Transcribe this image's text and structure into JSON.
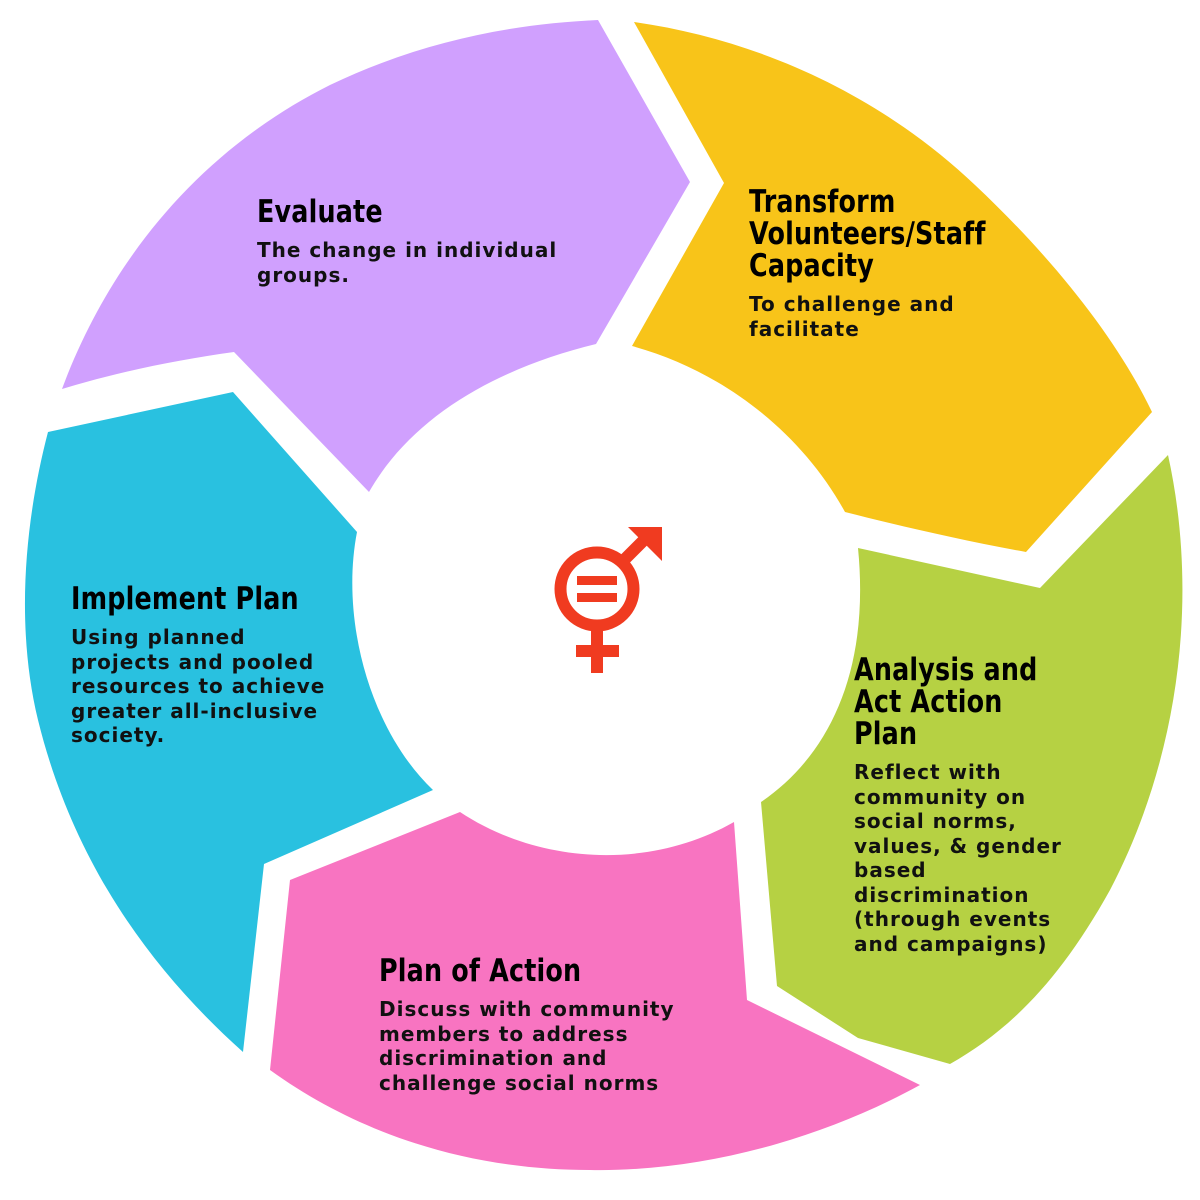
{
  "colors": {
    "evaluate": "#D0A0FE",
    "transform": "#F8C419",
    "analysis": "#B6D143",
    "plan_of_action": "#F874C1",
    "implement": "#29C1E0",
    "symbol": "#F03B20"
  },
  "center_icon": "gender-equality-icon",
  "steps": {
    "evaluate": {
      "title": "Evaluate",
      "description": "The change in individual\ngroups."
    },
    "transform": {
      "title": "Transform\nVolunteers/Staff\nCapacity",
      "description": "To challenge and\nfacilitate"
    },
    "analysis": {
      "title": "Analysis and\nAct Action Plan",
      "description": "Reflect with\ncommunity on\nsocial norms,\nvalues, & gender\nbased\ndiscrimination\n(through events\nand campaigns)"
    },
    "plan_of_action": {
      "title": "Plan of Action",
      "description": "Discuss with community\nmembers to address\ndiscrimination and\nchallenge social norms"
    },
    "implement": {
      "title": "Implement Plan",
      "description": "Using planned\nprojects and pooled\nresources to achieve\ngreater all-inclusive\nsociety."
    }
  }
}
